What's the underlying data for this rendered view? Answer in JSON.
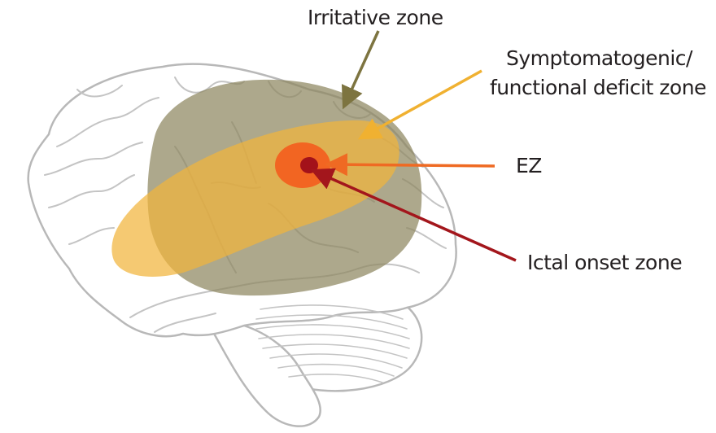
{
  "labels": {
    "irritative": "Irritative zone",
    "symptomatogenic_line1": "Symptomatogenic/",
    "symptomatogenic_line2": "functional deficit zone",
    "ez": "EZ",
    "ictal_onset": "Ictal onset zone"
  },
  "colors": {
    "irritative_zone": "#8d8660",
    "symptomatogenic_zone": "#f1b43b",
    "ez": "#f26522",
    "ictal_onset_zone": "#a3121a",
    "irritative_arrow": "#7d7440",
    "symptomatogenic_arrow": "#f0b131",
    "ez_arrow": "#ef6a23",
    "ictal_arrow": "#a3161c",
    "brain_outline": "#b8b8b8"
  }
}
